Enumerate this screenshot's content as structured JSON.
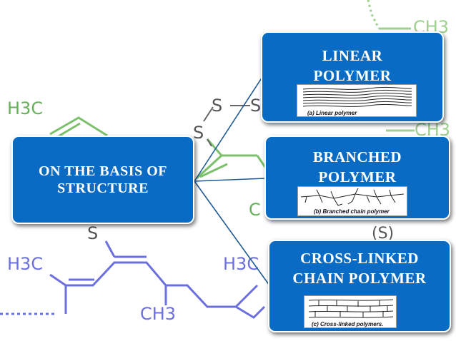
{
  "root": {
    "label_line1": "ON THE BASIS OF",
    "label_line2": "STRUCTURE"
  },
  "children": {
    "linear": {
      "line1": "LINEAR",
      "line2": "POLYMER",
      "caption": "(a) Linear polymer"
    },
    "branched": {
      "line1": "BRANCHED",
      "line2": "POLYMER",
      "caption": "(b) Branched chain polymer"
    },
    "cross": {
      "line1": "CROSS-LINKED",
      "line2": "CHAIN POLYMER",
      "caption": "(c) Cross-linked polymers."
    }
  },
  "background": {
    "labels": [
      "H3C",
      "S",
      "S",
      "S",
      "H3C",
      "CH3",
      "CH3",
      "S",
      "H3C",
      "CH3",
      "C",
      "(S)"
    ]
  },
  "colors": {
    "box_fill": "#0a6bc4",
    "connector": "#1f5a96",
    "chem_green": "#66b05a",
    "chem_blue": "#6466d9",
    "chem_gray": "#555555"
  }
}
